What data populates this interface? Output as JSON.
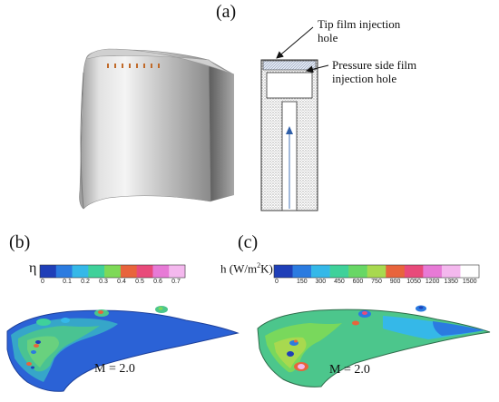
{
  "panels": {
    "a": "(a)",
    "b": "(b)",
    "c": "(c)"
  },
  "annotations": {
    "tip_hole_line1": "Tip film injection",
    "tip_hole_line2": "hole",
    "ps_hole_line1": "Pressure side film",
    "ps_hole_line2": "injection hole"
  },
  "panel_b": {
    "symbol": "η",
    "ticks": [
      "0",
      "0.1",
      "0.2",
      "0.3",
      "0.4",
      "0.5",
      "0.6",
      "0.7"
    ],
    "colors": [
      "#1f3fb8",
      "#2b7be0",
      "#35b8e8",
      "#3fd19a",
      "#7ed957",
      "#e8643c",
      "#e84a7a",
      "#e77ad6",
      "#f4b8ee"
    ],
    "blowing_ratio": "M = 2.0"
  },
  "panel_c": {
    "quantity": "h (W/m",
    "quantity_sup": "2",
    "quantity_end": "K)",
    "ticks": [
      "0",
      "150",
      "300",
      "450",
      "600",
      "750",
      "900",
      "1050",
      "1200",
      "1350",
      "1500"
    ],
    "colors": [
      "#1f3fb8",
      "#2b7be0",
      "#35b8e8",
      "#3fd19a",
      "#68d765",
      "#a8d94f",
      "#e8643c",
      "#e84a7a",
      "#e77ad6",
      "#f4b8ee",
      "#ffffff"
    ],
    "blowing_ratio": "M = 2.0"
  }
}
